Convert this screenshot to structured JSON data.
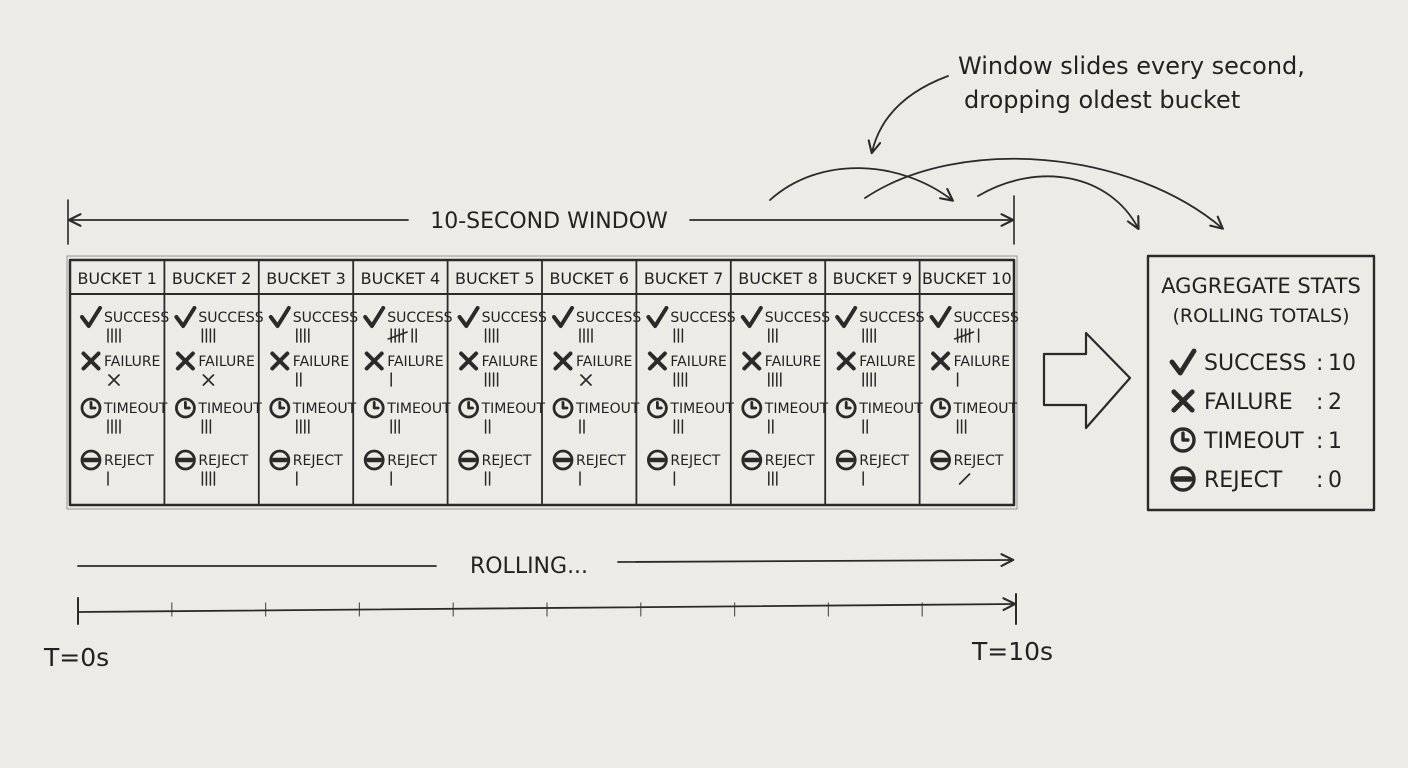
{
  "note": {
    "line1": "Window slides every second,",
    "line2": "dropping oldest bucket"
  },
  "window_label": "10-SECOND WINDOW",
  "rolling_label": "ROLLING...",
  "timeline": {
    "start": "T=0s",
    "end": "T=10s"
  },
  "labels": {
    "success": "SUCCESS",
    "failure": "FAILURE",
    "timeout": "TIMEOUT",
    "reject": "REJECT"
  },
  "icons": {
    "success": "check-icon",
    "failure": "cross-icon",
    "timeout": "clock-icon",
    "reject": "no-entry-icon"
  },
  "buckets": [
    {
      "name": "BUCKET 1",
      "success": 4,
      "failure": "x",
      "timeout": 4,
      "reject": 1
    },
    {
      "name": "BUCKET 2",
      "success": 4,
      "failure": "x",
      "timeout": 3,
      "reject": 4
    },
    {
      "name": "BUCKET 3",
      "success": 4,
      "failure": 2,
      "timeout": 4,
      "reject": 1
    },
    {
      "name": "BUCKET 4",
      "success": 7,
      "failure": 1,
      "timeout": 3,
      "reject": 1
    },
    {
      "name": "BUCKET 5",
      "success": 4,
      "failure": 4,
      "timeout": 2,
      "reject": 2
    },
    {
      "name": "BUCKET 6",
      "success": 4,
      "failure": "x",
      "timeout": 2,
      "reject": 1
    },
    {
      "name": "BUCKET 7",
      "success": 3,
      "failure": 4,
      "timeout": 3,
      "reject": 1
    },
    {
      "name": "BUCKET 8",
      "success": 3,
      "failure": 4,
      "timeout": 2,
      "reject": 3
    },
    {
      "name": "BUCKET 9",
      "success": 4,
      "failure": 4,
      "timeout": 2,
      "reject": 1
    },
    {
      "name": "BUCKET 10",
      "success": 6,
      "failure": 1,
      "timeout": 3,
      "reject": "/"
    }
  ],
  "aggregate": {
    "title1": "AGGREGATE STATS",
    "title2": "(ROLLING TOTALS)",
    "rows": [
      {
        "label": "SUCCESS",
        "value": "10",
        "icon": "check-icon"
      },
      {
        "label": "FAILURE",
        "value": "2",
        "icon": "cross-icon"
      },
      {
        "label": "TIMEOUT",
        "value": "1",
        "icon": "clock-icon"
      },
      {
        "label": "REJECT",
        "value": "0",
        "icon": "no-entry-icon"
      }
    ]
  }
}
